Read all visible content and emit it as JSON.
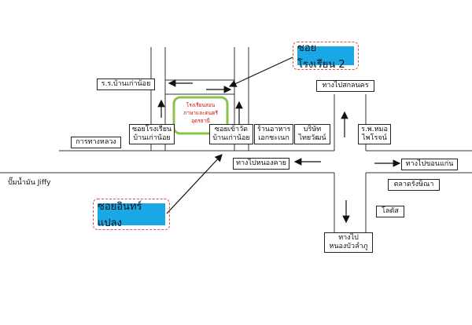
{
  "map": {
    "labels": {
      "school_soi": "ซอยโรงเรียน 2",
      "rr_ban_kao_noi": "ร.ร.บ้านเก่าน้อย",
      "soi_rongrian_line1": "ซอยโรงเรียน",
      "soi_rongrian_line2": "บ้านเก่าน้อย",
      "soi_khao_wat_line1": "ซอยเข้าวัด",
      "soi_khao_wat_line2": "บ้านเก่าน้อย",
      "restaurant_line1": "ร้านอาหาร",
      "restaurant_line2": "เอกชะเนก",
      "company_line1": "บริษัท",
      "company_line2": "ไทยวัฒน์",
      "to_sakon": "ทางไปสกลนคร",
      "hospital_line1": "ร.พ.หมอ",
      "hospital_line2": "ไพโรจน์",
      "highways": "การทางหลวง",
      "to_nongkhai": "ทางไปหนองคาย",
      "to_khonkaen": "ทางไปขอนแก่น",
      "gas_station": "ปั๊มน้ำมัน Jiffy",
      "market": "ตลาดรังษิณา",
      "lotus": "โลตัส",
      "to_nongbua_line1": "ทางไป",
      "to_nongbua_line2": "หนองบัวลำภู",
      "soi_inthraplong": "ซอยอินทร์แปลง",
      "school_sign_line1": "โรงเรียนสอน",
      "school_sign_line2": "ภาษาและดนตรี",
      "school_sign_line3": "อุดรธานี"
    },
    "colors": {
      "callout_fill": "#1aa7e6",
      "callout_border": "#d9534f",
      "school_block": "#8bc34a",
      "school_text": "#cc1111"
    },
    "icons": [
      "arrow-left-icon",
      "arrow-right-icon",
      "arrow-up-icon",
      "arrow-down-icon"
    ]
  }
}
